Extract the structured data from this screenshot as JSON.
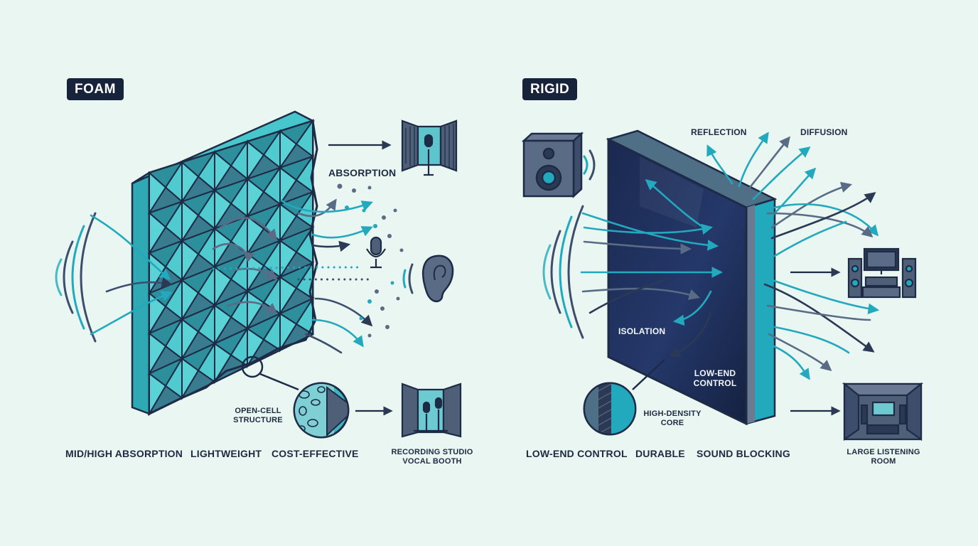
{
  "foam": {
    "badge": "FOAM",
    "absorption_label": "ABSORPTION",
    "cell_label": "OPEN-CELL\nSTRUCTURE",
    "features": [
      "MID/HIGH ABSORPTION",
      "LIGHTWEIGHT",
      "COST-EFFECTIVE"
    ],
    "use_case": "RECORDING STUDIO\nVOCAL BOOTH"
  },
  "rigid": {
    "badge": "RIGID",
    "reflection_label": "REFLECTION",
    "diffusion_label": "DIFFUSION",
    "isolation_label": "ISOLATION",
    "lowend_label": "LOW-END\nCONTROL",
    "core_label": "HIGH-DENSITY\nCORE",
    "features": [
      "LOW-END CONTROL",
      "DURABLE",
      "SOUND BLOCKING"
    ],
    "use_case": "LARGE LISTENING\nROOM"
  },
  "colors": {
    "background": "#e9f6f2",
    "navy": "#17223b",
    "teal": "#22a9bd",
    "foam_face": "#3fbfc6",
    "slate": "#4f5f78"
  },
  "icons": [
    "sound-wave-icon",
    "vocal-booth-icon",
    "microphone-icon",
    "ear-icon",
    "magnifier-icon",
    "recording-studio-icon",
    "speaker-icon",
    "home-theater-icon",
    "listening-room-icon"
  ]
}
